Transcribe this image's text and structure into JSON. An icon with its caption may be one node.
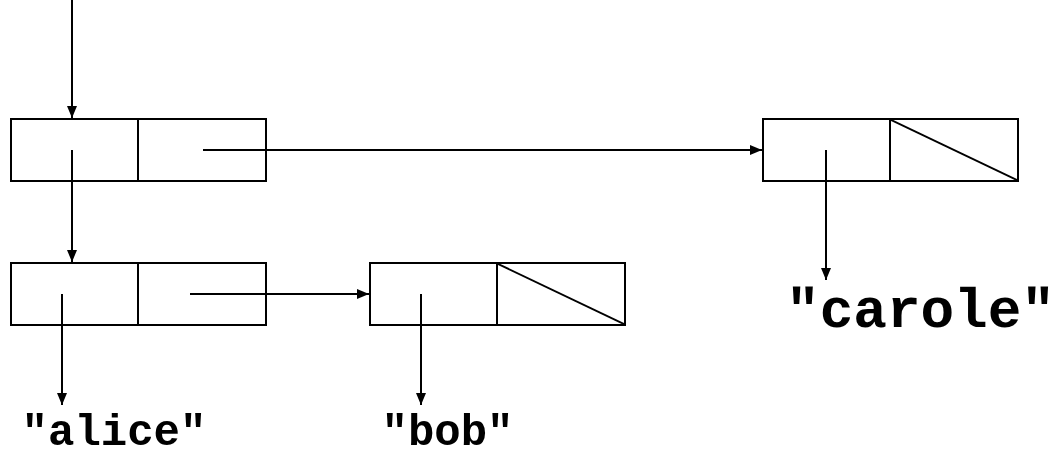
{
  "diagram": {
    "nodes": [
      {
        "text": [],
        "shape": "box"
      },
      {
        "text": [],
        "shape": "box"
      },
      {
        "text": [],
        "shape": "box"
      },
      {
        "text": [],
        "shape": "box"
      },
      {
        "text": [],
        "shape": "box"
      },
      {
        "text": [],
        "shape": "box"
      },
      {
        "text": [],
        "shape": "box"
      },
      {
        "text": [],
        "shape": "box"
      },
      {
        "text": [
          "\"alice\""
        ]
      },
      {
        "text": [
          "\"bob\""
        ]
      },
      {
        "text": [
          "\"carole\""
        ]
      }
    ],
    "edges": [
      {
        "from": null,
        "to": 0,
        "arrow": "to"
      },
      {
        "from": 1,
        "to": 2,
        "arrow": "to"
      },
      {
        "from": 0,
        "to": 4,
        "arrow": "to"
      },
      {
        "from": 5,
        "to": 6,
        "arrow": "to"
      },
      {
        "from": 4,
        "to": 8,
        "arrow": "to"
      },
      {
        "from": 6,
        "to": 9,
        "arrow": "to"
      },
      {
        "from": 2,
        "to": 10,
        "arrow": "to"
      }
    ]
  }
}
